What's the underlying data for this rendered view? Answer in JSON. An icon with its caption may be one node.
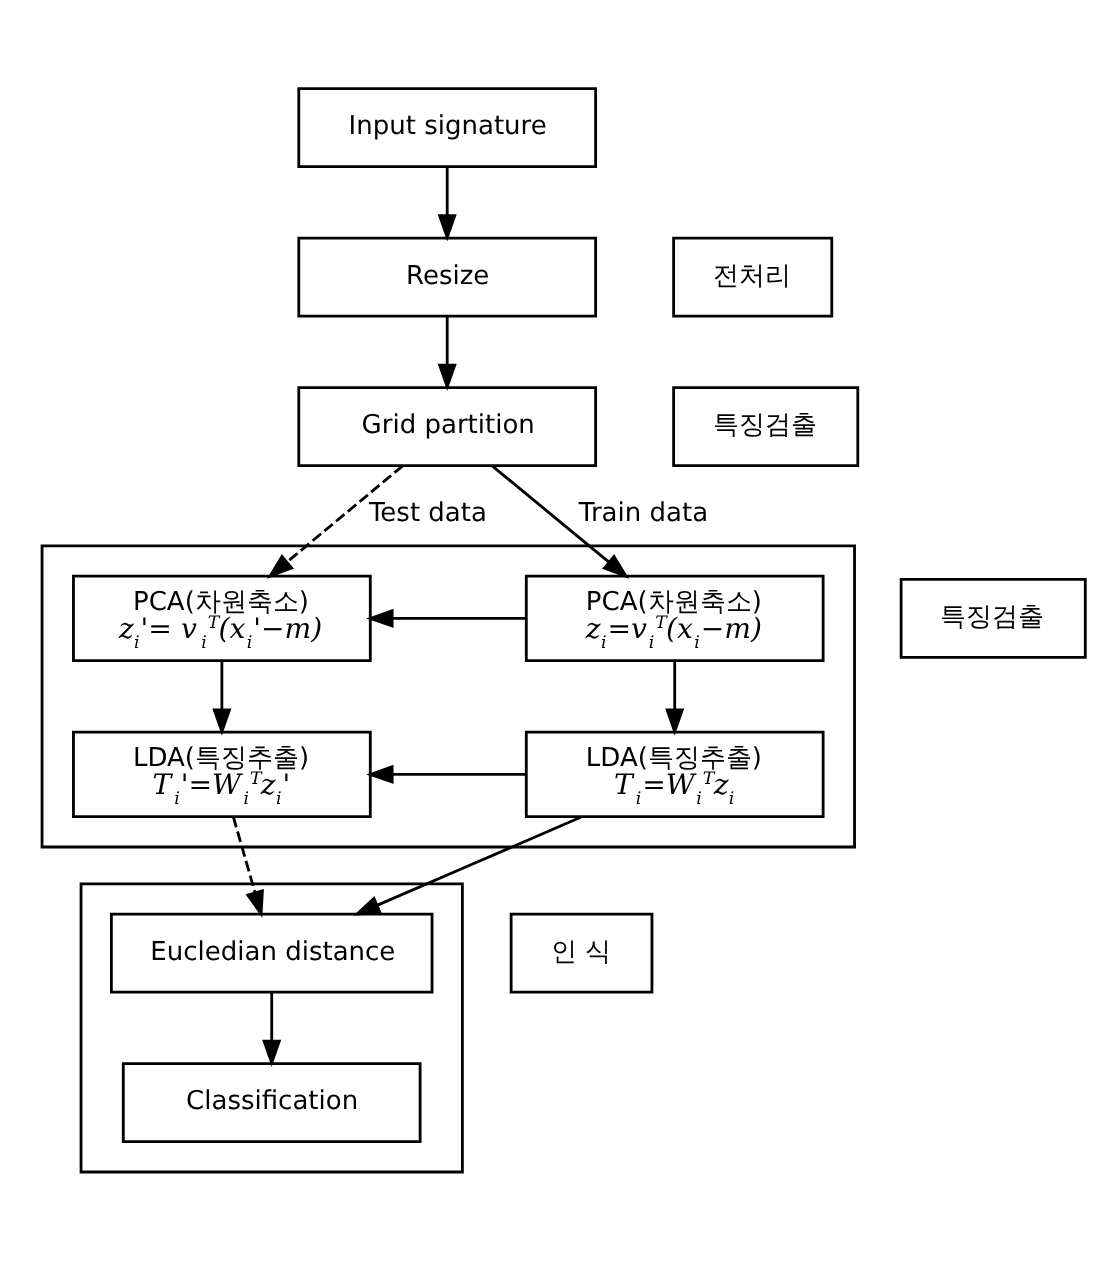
{
  "diagram": {
    "nodes": [
      {
        "text": [
          "Input signature"
        ]
      },
      {
        "text": [
          "Resize"
        ]
      },
      {
        "text": [
          "Grid partition"
        ]
      },
      {
        "text": [],
        "shape": "box"
      },
      {
        "text": [
          "PCA(차원축소)",
          "z$_{i}$'= v$_{i}$$^{T}$(x$_{i}$'−m)"
        ],
        "in": 3
      },
      {
        "text": [
          "PCA(차원축소)",
          "z$_{i}$=v$_{i}$$^{T}$(x$_{i}$−m)"
        ],
        "in": 3
      },
      {
        "text": [
          "LDA(특징추출)",
          "T$_{i}$'=W$_{i}$$^{T}$z$_{i}$'"
        ],
        "in": 3
      },
      {
        "text": [
          "LDA(특징추출)",
          "T$_{i}$=W$_{i}$$^{T}$z$_{i}$"
        ],
        "in": 3
      },
      {
        "text": [],
        "shape": "box"
      },
      {
        "text": [
          "Eucledian distance"
        ],
        "in": 8
      },
      {
        "text": [
          "Classification"
        ],
        "in": 8
      },
      {
        "text": [
          "전처리"
        ]
      },
      {
        "text": [
          "특징검출"
        ]
      },
      {
        "text": [
          "특징검출"
        ]
      },
      {
        "text": [
          "인 식"
        ]
      }
    ],
    "edges": [
      {
        "from": 0,
        "to": 1,
        "arrow": "to"
      },
      {
        "from": 1,
        "to": 2,
        "arrow": "to"
      },
      {
        "from": 2,
        "to": 4,
        "arrow": "to",
        "label": "Test data",
        "style": "dashed"
      },
      {
        "from": 2,
        "to": 5,
        "arrow": "to",
        "label": "Train data"
      },
      {
        "from": 5,
        "to": 4,
        "arrow": "to"
      },
      {
        "from": 5,
        "to": 7,
        "arrow": "to"
      },
      {
        "from": 4,
        "to": 6,
        "arrow": "to"
      },
      {
        "from": 7,
        "to": 6,
        "arrow": "to"
      },
      {
        "from": 7,
        "to": 9,
        "arrow": "to"
      },
      {
        "from": 6,
        "to": 9,
        "arrow": "to",
        "style": "dashed"
      },
      {
        "from": 9,
        "to": 10,
        "arrow": "to"
      }
    ]
  }
}
